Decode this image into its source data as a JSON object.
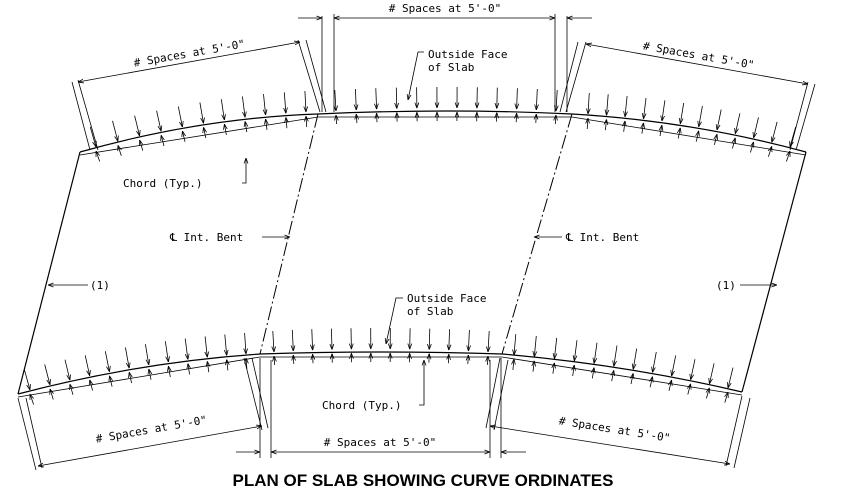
{
  "title": "PLAN OF SLAB SHOWING CURVE ORDINATES",
  "labels": {
    "spaces": "# Spaces at 5'-0\"",
    "outside_face_1": "Outside Face",
    "outside_face_2": "of Slab",
    "chord": "Chord (Typ.)",
    "bent": "℄ Int. Bent",
    "note": "(1)"
  }
}
